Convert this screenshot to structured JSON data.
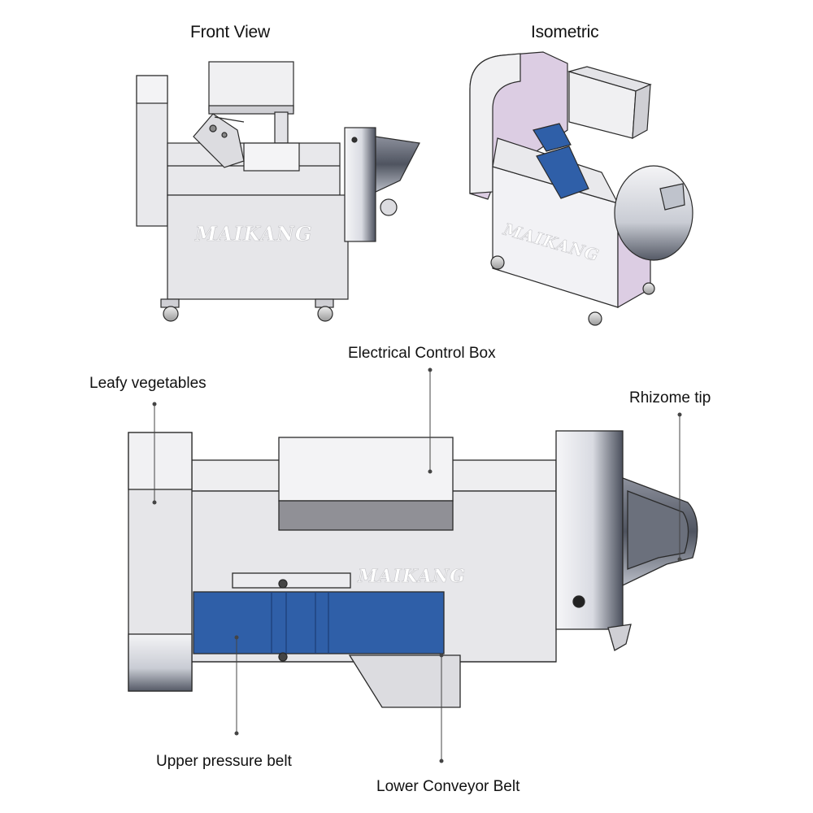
{
  "views": {
    "front_title": "Front View",
    "isometric_title": "Isometric"
  },
  "brand": "MAIKANG",
  "callouts": {
    "electrical_control_box": "Electrical Control Box",
    "leafy_vegetables": "Leafy vegetables",
    "rhizome_tip": "Rhizome tip",
    "upper_pressure_belt": "Upper pressure belt",
    "lower_conveyor_belt": "Lower Conveyor Belt"
  },
  "colors": {
    "steel": "#e6e6e9",
    "belt_blue": "#2f5fa8",
    "isometric_panel": "#dccde3",
    "outline": "#2a2a2a"
  }
}
